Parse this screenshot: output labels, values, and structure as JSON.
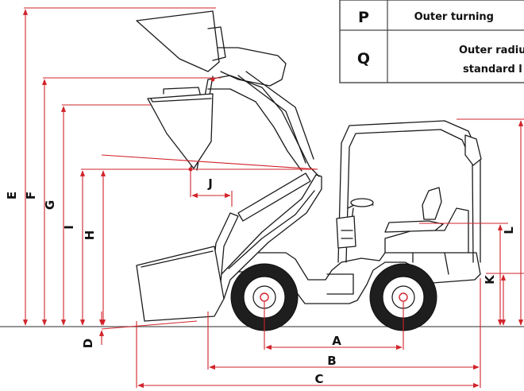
{
  "table": {
    "rows": [
      {
        "key": "P",
        "text": [
          "Outer turning"
        ]
      },
      {
        "key": "Q",
        "text": [
          "Outer radiu",
          "standard l"
        ]
      }
    ]
  },
  "dimensions": {
    "A": "A",
    "B": "B",
    "C": "C",
    "D": "D",
    "E": "E",
    "F": "F",
    "G": "G",
    "H": "H",
    "I": "I",
    "J": "J",
    "K": "K",
    "L": "L"
  },
  "colors": {
    "dimension_line": "#d2232a",
    "outline": "#1a1a1a"
  }
}
